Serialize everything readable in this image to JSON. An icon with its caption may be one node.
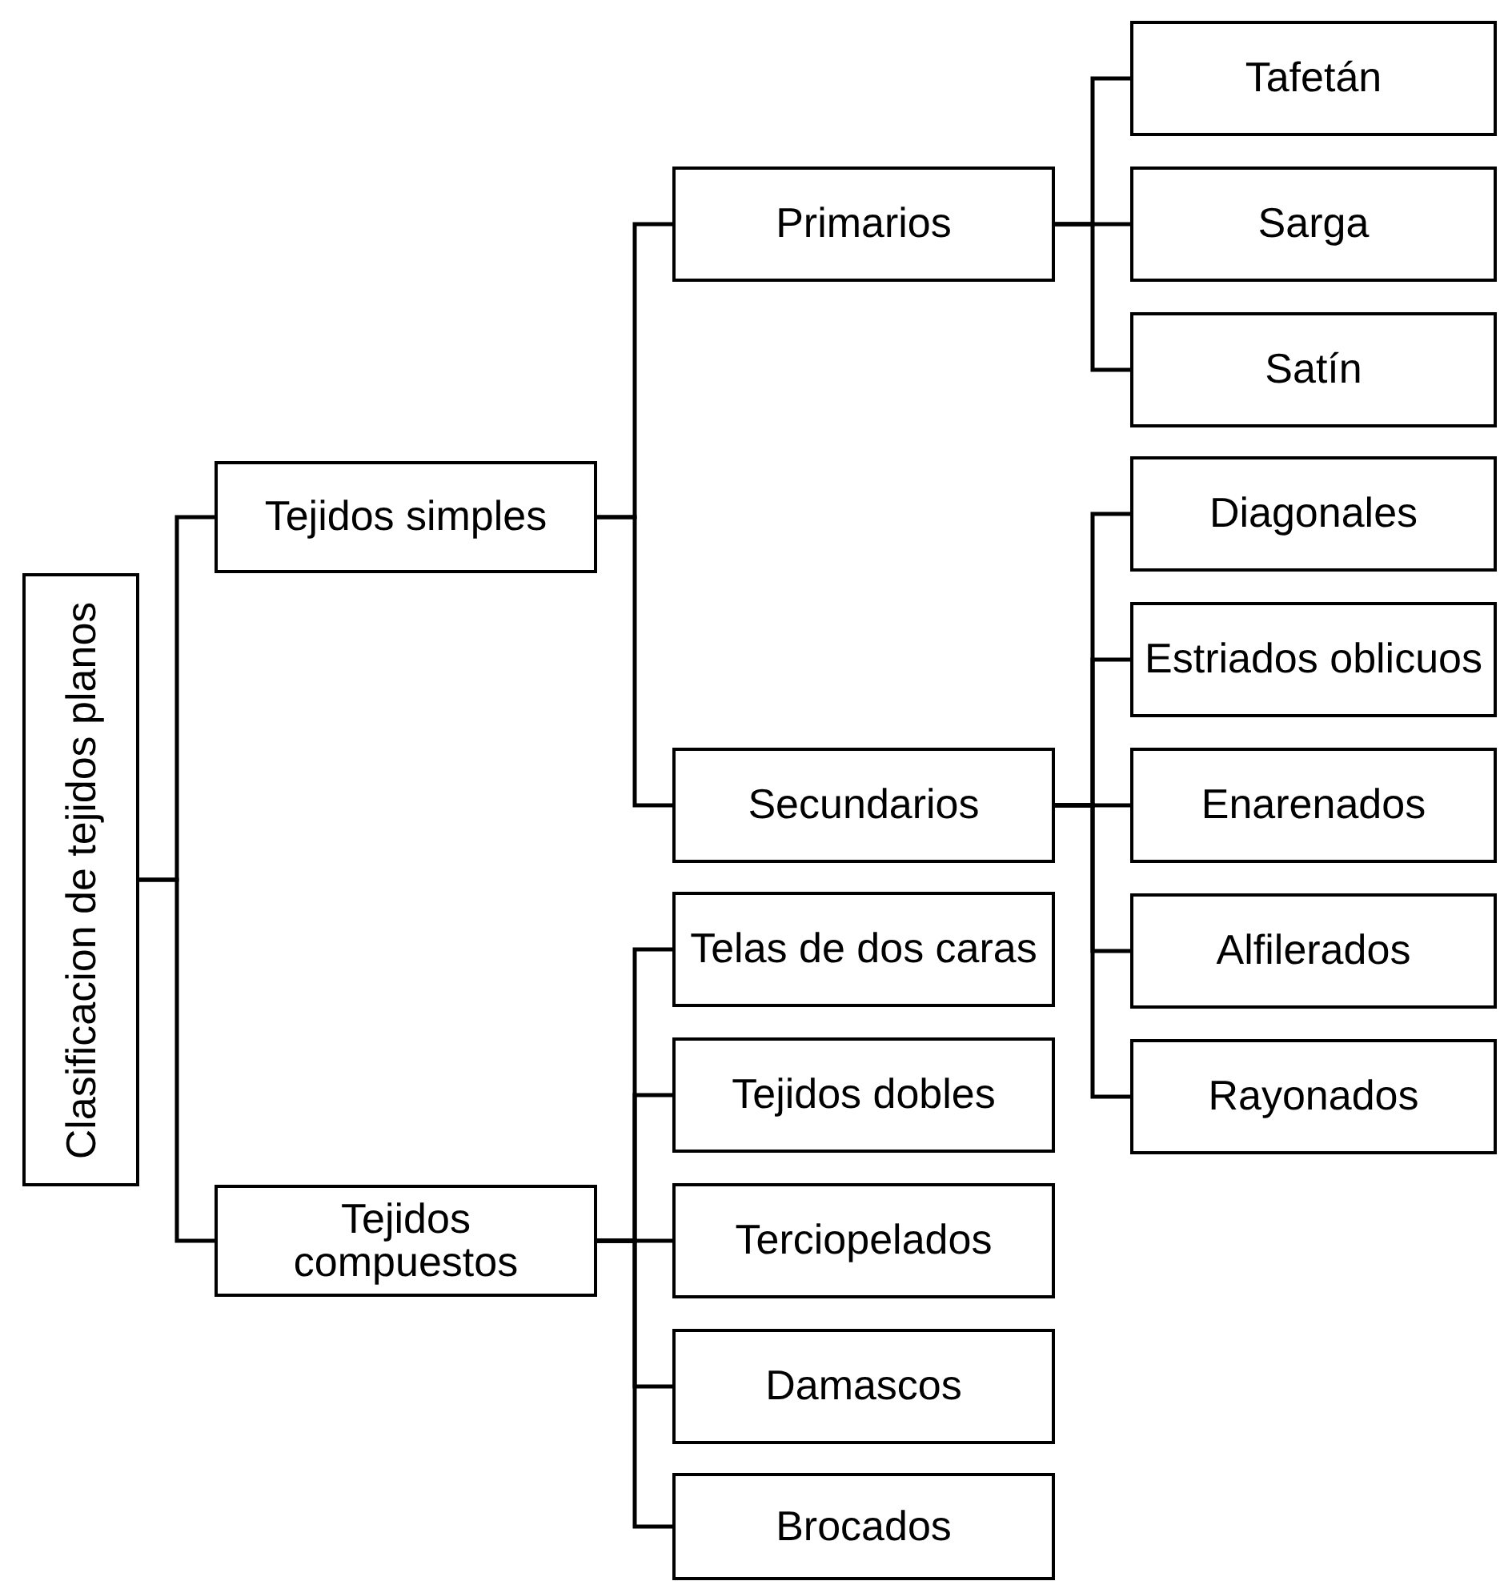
{
  "diagram": {
    "nodes": [
      {
        "text": [
          "Clasificacion de tejidos planos"
        ]
      },
      {
        "text": [
          "Tejidos simples"
        ]
      },
      {
        "text": [
          "Primarios"
        ]
      },
      {
        "text": [
          "Tafetán"
        ]
      },
      {
        "text": [
          "Sarga"
        ]
      },
      {
        "text": [
          "Satín"
        ]
      },
      {
        "text": [
          "Secundarios"
        ]
      },
      {
        "text": [
          "Diagonales"
        ]
      },
      {
        "text": [
          "Estriados oblicuos"
        ]
      },
      {
        "text": [
          "Enarenados"
        ]
      },
      {
        "text": [
          "Alfilerados"
        ]
      },
      {
        "text": [
          "Rayonados"
        ]
      },
      {
        "text": [
          "Tejidos compuestos"
        ]
      },
      {
        "text": [
          "Telas de dos caras"
        ]
      },
      {
        "text": [
          "Tejidos dobles"
        ]
      },
      {
        "text": [
          "Terciopelados"
        ]
      },
      {
        "text": [
          "Damascos"
        ]
      },
      {
        "text": [
          "Brocados"
        ]
      }
    ],
    "edges": [
      {
        "from": 0,
        "to": 1,
        "arrow": "none"
      },
      {
        "from": 0,
        "to": 12,
        "arrow": "none"
      },
      {
        "from": 1,
        "to": 2,
        "arrow": "none"
      },
      {
        "from": 1,
        "to": 6,
        "arrow": "none"
      },
      {
        "from": 2,
        "to": 3,
        "arrow": "none"
      },
      {
        "from": 2,
        "to": 4,
        "arrow": "none"
      },
      {
        "from": 2,
        "to": 5,
        "arrow": "none"
      },
      {
        "from": 6,
        "to": 7,
        "arrow": "none"
      },
      {
        "from": 6,
        "to": 8,
        "arrow": "none"
      },
      {
        "from": 6,
        "to": 9,
        "arrow": "none"
      },
      {
        "from": 6,
        "to": 10,
        "arrow": "none"
      },
      {
        "from": 6,
        "to": 11,
        "arrow": "none"
      },
      {
        "from": 12,
        "to": 13,
        "arrow": "none"
      },
      {
        "from": 12,
        "to": 14,
        "arrow": "none"
      },
      {
        "from": 12,
        "to": 15,
        "arrow": "none"
      },
      {
        "from": 12,
        "to": 16,
        "arrow": "none"
      },
      {
        "from": 12,
        "to": 17,
        "arrow": "none"
      }
    ]
  }
}
